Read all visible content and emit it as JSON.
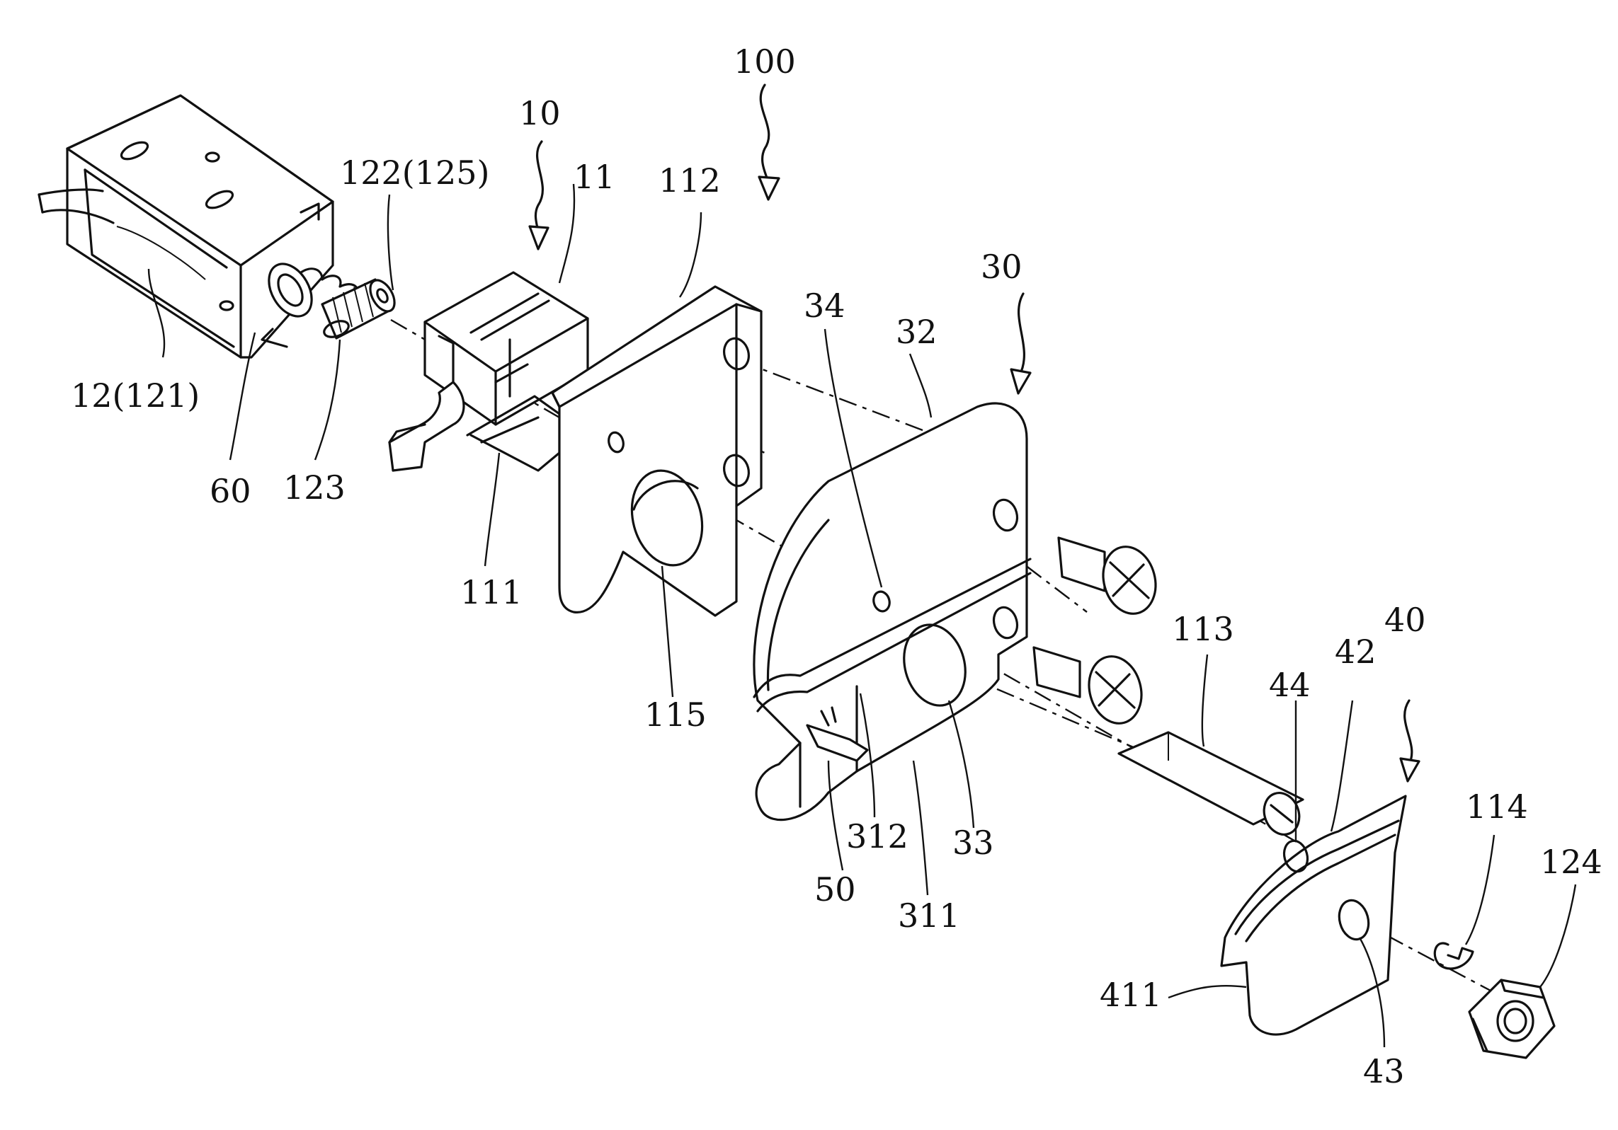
{
  "figure": {
    "assembly_label": "100",
    "labels": {
      "l10": "10",
      "l11": "11",
      "l112": "112",
      "l122_125": "122(125)",
      "l12_121": "12(121)",
      "l60": "60",
      "l123": "123",
      "l111": "111",
      "l115": "115",
      "l30": "30",
      "l34": "34",
      "l32": "32",
      "l113": "113",
      "l40": "40",
      "l42": "42",
      "l44": "44",
      "l114": "114",
      "l124": "124",
      "l50": "50",
      "l312": "312",
      "l33": "33",
      "l311": "311",
      "l411": "411",
      "l43": "43"
    }
  }
}
